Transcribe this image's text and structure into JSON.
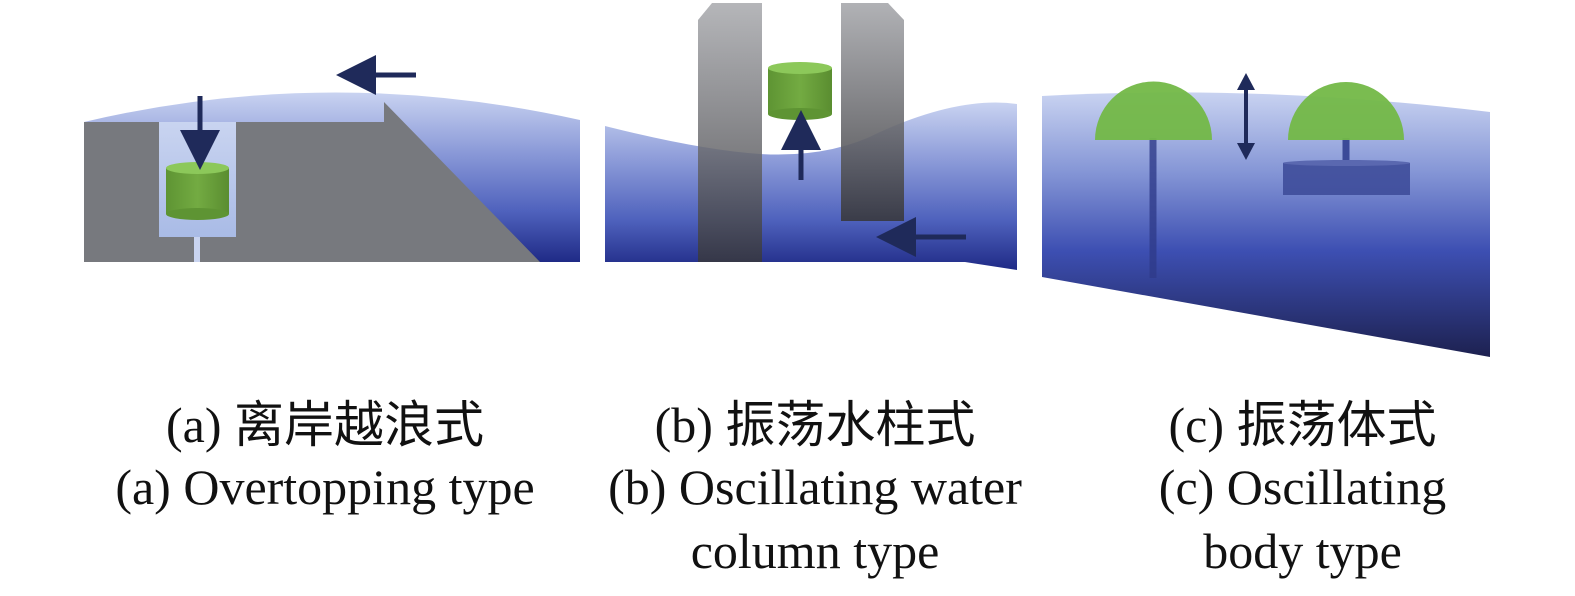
{
  "panels": [
    {
      "id": "a",
      "caption_cn": "(a) 离岸越浪式",
      "caption_en_lines": [
        "(a) Overtopping type"
      ]
    },
    {
      "id": "b",
      "caption_cn": "(b) 振荡水柱式",
      "caption_en_lines": [
        "(b) Oscillating water",
        "column type"
      ]
    },
    {
      "id": "c",
      "caption_cn": "(c) 振荡体式",
      "caption_en_lines": [
        "(c) Oscillating",
        "body type"
      ]
    }
  ],
  "colors": {
    "water_light": "#b9c6ea",
    "water_mid": "#5f73c6",
    "water_deep": "#1f2a86",
    "structure_gray": "#77797e",
    "structure_dark": "#3c3c3f",
    "turbine_green": "#6aa23c",
    "turbine_top": "#8cc85a",
    "arrow": "#1f2a5a"
  },
  "icons": {
    "wave_direction": "arrow-left-icon",
    "water_motion": "arrow-vertical-icon"
  }
}
